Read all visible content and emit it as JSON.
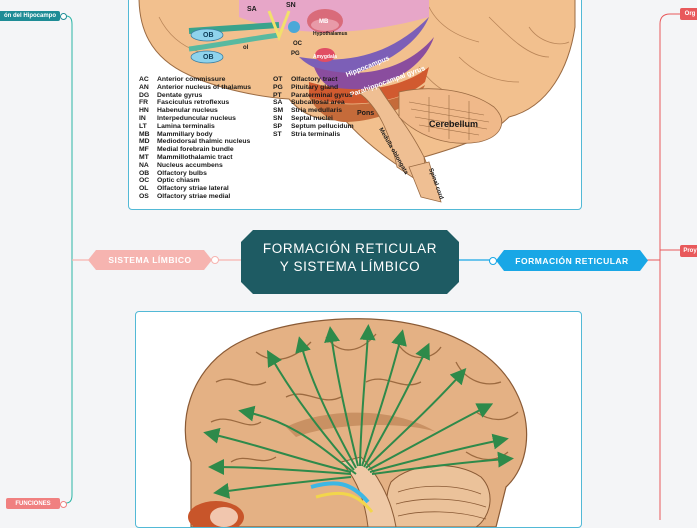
{
  "central": {
    "line1": "FORMACIÓN RETICULAR",
    "line2": "Y SISTEMA LÍMBICO",
    "color": "#1e5b63"
  },
  "branches": {
    "left": {
      "label": "SISTEMA LÍMBICO",
      "color": "#f6b4b0"
    },
    "right": {
      "label": "FORMACIÓN RETICULAR",
      "color": "#19a7e6"
    }
  },
  "left_chips": [
    {
      "label": "ón del Hipocampo",
      "color": "#1e8c96"
    },
    {
      "label": "FUNCIONES",
      "color": "#f08080"
    }
  ],
  "right_chips": [
    {
      "label": "Org",
      "color": "#e8595b"
    },
    {
      "label": "Proy",
      "color": "#e8595b"
    }
  ],
  "top_image": {
    "labels": {
      "sa": "SA",
      "sn": "SN",
      "ob1": "OB",
      "ob2": "OB",
      "oc": "OC",
      "ol": "ol",
      "mb": "MB",
      "hypothalamus": "Hypothalamus",
      "amygdala": "Amygdala",
      "pg": "PG",
      "hippocampus": "Hippocampus",
      "parahippocampal": "Parahippocampal gyrus",
      "pons": "Pons",
      "cerebellum": "Cerebellum",
      "medulla": "Medulla oblongata",
      "spinal": "Spinal cord"
    },
    "legend_left": [
      {
        "ab": "AC",
        "name": "Anterior commissure"
      },
      {
        "ab": "AN",
        "name": "Anterior nucleus of thalamus"
      },
      {
        "ab": "DG",
        "name": "Dentate gyrus"
      },
      {
        "ab": "FR",
        "name": "Fasciculus retroflexus"
      },
      {
        "ab": "HN",
        "name": "Habenular nucleus"
      },
      {
        "ab": "IN",
        "name": "Interpeduncular nucleus"
      },
      {
        "ab": "LT",
        "name": "Lamina terminalis"
      },
      {
        "ab": "MB",
        "name": "Mammillary body"
      },
      {
        "ab": "MD",
        "name": "Mediodorsal thalmic nucleus"
      },
      {
        "ab": "MF",
        "name": "Medial forebrain bundle"
      },
      {
        "ab": "MT",
        "name": "Mammillothalamic tract"
      },
      {
        "ab": "NA",
        "name": "Nucleus accumbens"
      },
      {
        "ab": "OB",
        "name": "Olfactory bulbs"
      },
      {
        "ab": "OC",
        "name": "Optic chiasm"
      },
      {
        "ab": "OL",
        "name": "Olfactory striae lateral"
      },
      {
        "ab": "OS",
        "name": "Olfactory striae medial"
      }
    ],
    "legend_right": [
      {
        "ab": "OT",
        "name": "Olfactory tract"
      },
      {
        "ab": "PG",
        "name": "Pituitary gland"
      },
      {
        "ab": "PT",
        "name": "Paraterminal gyrus"
      },
      {
        "ab": "SA",
        "name": "Subcallosal area"
      },
      {
        "ab": "SM",
        "name": "Stria medullaris"
      },
      {
        "ab": "SN",
        "name": "Septal nuclei"
      },
      {
        "ab": "SP",
        "name": "Septum pellucidum"
      },
      {
        "ab": "ST",
        "name": "Stria terminalis"
      }
    ]
  }
}
